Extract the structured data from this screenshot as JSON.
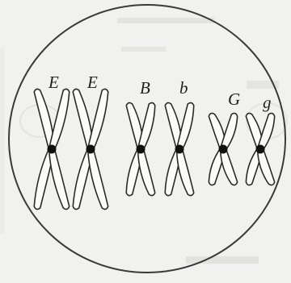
{
  "diagram": {
    "chromosomes": [
      {
        "id": "e1",
        "label": "E",
        "pair": 1
      },
      {
        "id": "e2",
        "label": "E",
        "pair": 1
      },
      {
        "id": "b1",
        "label": "B",
        "pair": 2
      },
      {
        "id": "b2",
        "label": "b",
        "pair": 2
      },
      {
        "id": "g1",
        "label": "G",
        "pair": 3
      },
      {
        "id": "g2",
        "label": "g",
        "pair": 3
      }
    ]
  },
  "colors": {
    "background": "#f1f1ef",
    "cell_outline": "#3a3a3a",
    "chromosome_stroke": "#2a2a2a",
    "centromere": "#111111",
    "ghost_text": "#c9c9c4"
  }
}
